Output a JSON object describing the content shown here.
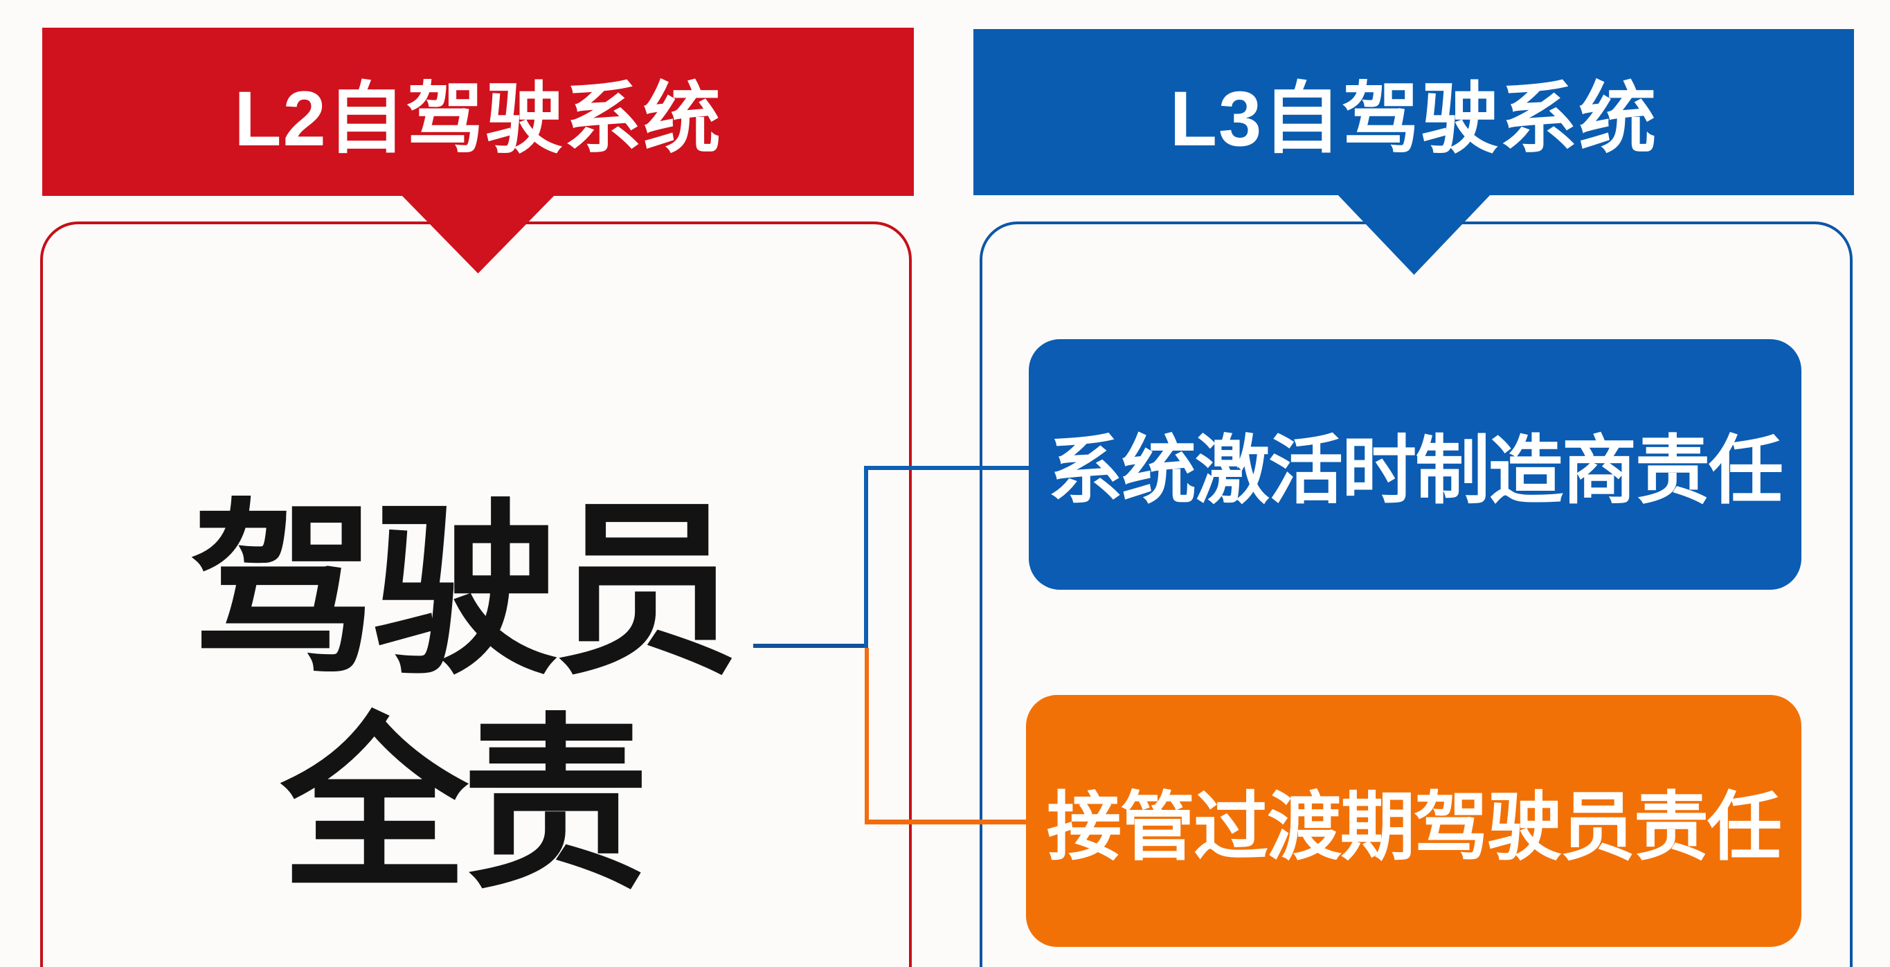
{
  "diagram": {
    "left_panel": {
      "header_label": "L2自驾驶系统",
      "body_line1": "驾驶员",
      "body_line2": "全责"
    },
    "right_panel": {
      "header_label": "L3自驾驶系统",
      "manufacturer_box_label": "系统激活时制造商责任",
      "driver_takeover_box_label": "接管过渡期驾驶员责任"
    },
    "colors": {
      "l2_red": "#cf121d",
      "l2_border_red": "#c41019",
      "l3_blue": "#0a5cb0",
      "l3_border_blue": "#0d56a5",
      "manufacturer_box_blue": "#0b5cb2",
      "driver_takeover_box_orange": "#f27107",
      "connector_stub_dark_blue": "#11519c",
      "connector_blue": "#0e5fb2",
      "connector_orange": "#f26c0d",
      "body_text_black": "#131313",
      "label_text_white": "#ffffff"
    }
  }
}
